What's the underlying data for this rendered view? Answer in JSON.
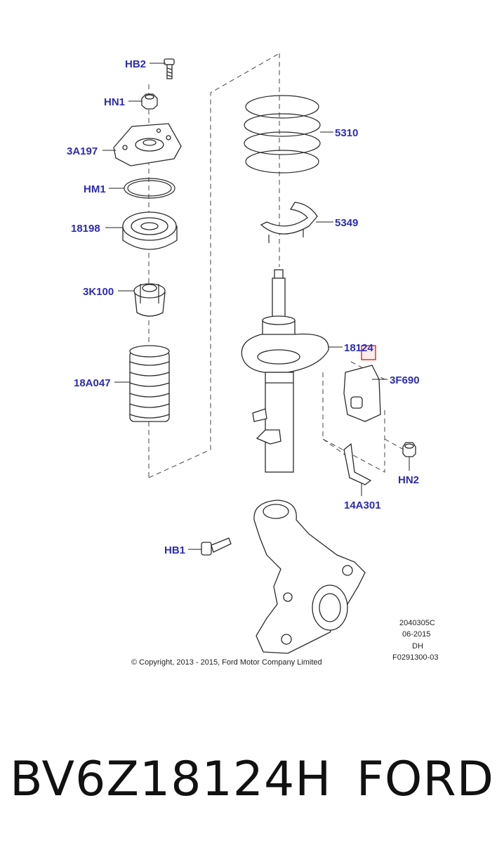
{
  "colors": {
    "callout": "#2b2bb8",
    "highlight": "#e03030",
    "line": "#2a2a2a"
  },
  "callouts": {
    "hb2": "HB2",
    "hn1": "HN1",
    "3a197": "3A197",
    "hm1": "HM1",
    "18198": "18198",
    "3k100": "3K100",
    "18a047": "18A047",
    "5310": "5310",
    "5349": "5349",
    "18124": "18124",
    "3f690": "3F690",
    "hn2": "HN2",
    "14a301": "14A301",
    "hb1": "HB1"
  },
  "meta": {
    "code": "2040305C",
    "date": "06-2015",
    "dh": "DH",
    "ref": "F0291300-03",
    "copyright": "© Copyright, 2013 - 2015, Ford Motor Company Limited"
  },
  "caption": {
    "part_number": "BV6Z18124H",
    "brand": "FORD"
  }
}
